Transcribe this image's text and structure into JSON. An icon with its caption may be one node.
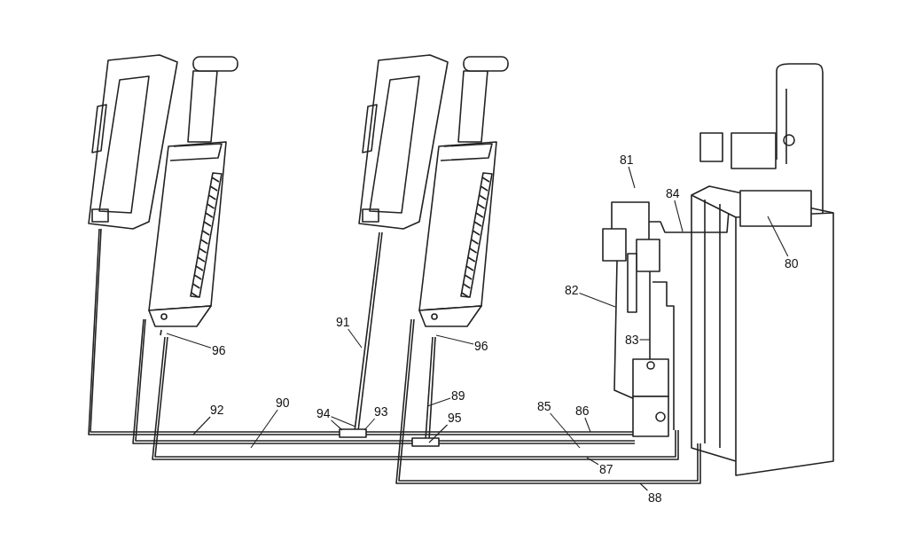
{
  "diagram": {
    "nodes": [
      {
        "text": [
          "81"
        ]
      },
      {
        "text": [
          "84"
        ]
      },
      {
        "text": [
          "80"
        ]
      },
      {
        "text": [
          "82"
        ]
      },
      {
        "text": [
          "91"
        ]
      },
      {
        "text": [
          "83"
        ]
      },
      {
        "text": [
          "96"
        ]
      },
      {
        "text": [
          "96"
        ]
      },
      {
        "text": [
          "89"
        ]
      },
      {
        "text": [
          "90"
        ]
      },
      {
        "text": [
          "85"
        ]
      },
      {
        "text": [
          "92"
        ]
      },
      {
        "text": [
          "93"
        ]
      },
      {
        "text": [
          "86"
        ]
      },
      {
        "text": [
          "94"
        ]
      },
      {
        "text": [
          "95"
        ]
      },
      {
        "text": [
          "87"
        ]
      },
      {
        "text": [
          "88"
        ]
      }
    ],
    "edges": [
      {
        "from": 0,
        "to": null,
        "arrow": "none"
      },
      {
        "from": 1,
        "to": null,
        "arrow": "none"
      },
      {
        "from": 2,
        "to": null,
        "arrow": "none"
      },
      {
        "from": 3,
        "to": null,
        "arrow": "none"
      },
      {
        "from": 4,
        "to": null,
        "arrow": "none"
      },
      {
        "from": 5,
        "to": null,
        "arrow": "none"
      },
      {
        "from": 6,
        "to": null,
        "arrow": "none"
      },
      {
        "from": 7,
        "to": null,
        "arrow": "none"
      },
      {
        "from": 8,
        "to": null,
        "arrow": "none"
      },
      {
        "from": 9,
        "to": null,
        "arrow": "none"
      },
      {
        "from": 10,
        "to": null,
        "arrow": "none"
      },
      {
        "from": 11,
        "to": null,
        "arrow": "none"
      },
      {
        "from": 12,
        "to": null,
        "arrow": "none"
      },
      {
        "from": 13,
        "to": null,
        "arrow": "none"
      },
      {
        "from": 14,
        "to": null,
        "arrow": "none"
      },
      {
        "from": 14,
        "to": null,
        "arrow": "none"
      },
      {
        "from": 15,
        "to": null,
        "arrow": "none"
      },
      {
        "from": 16,
        "to": null,
        "arrow": "none"
      },
      {
        "from": 17,
        "to": null,
        "arrow": "none"
      }
    ]
  }
}
